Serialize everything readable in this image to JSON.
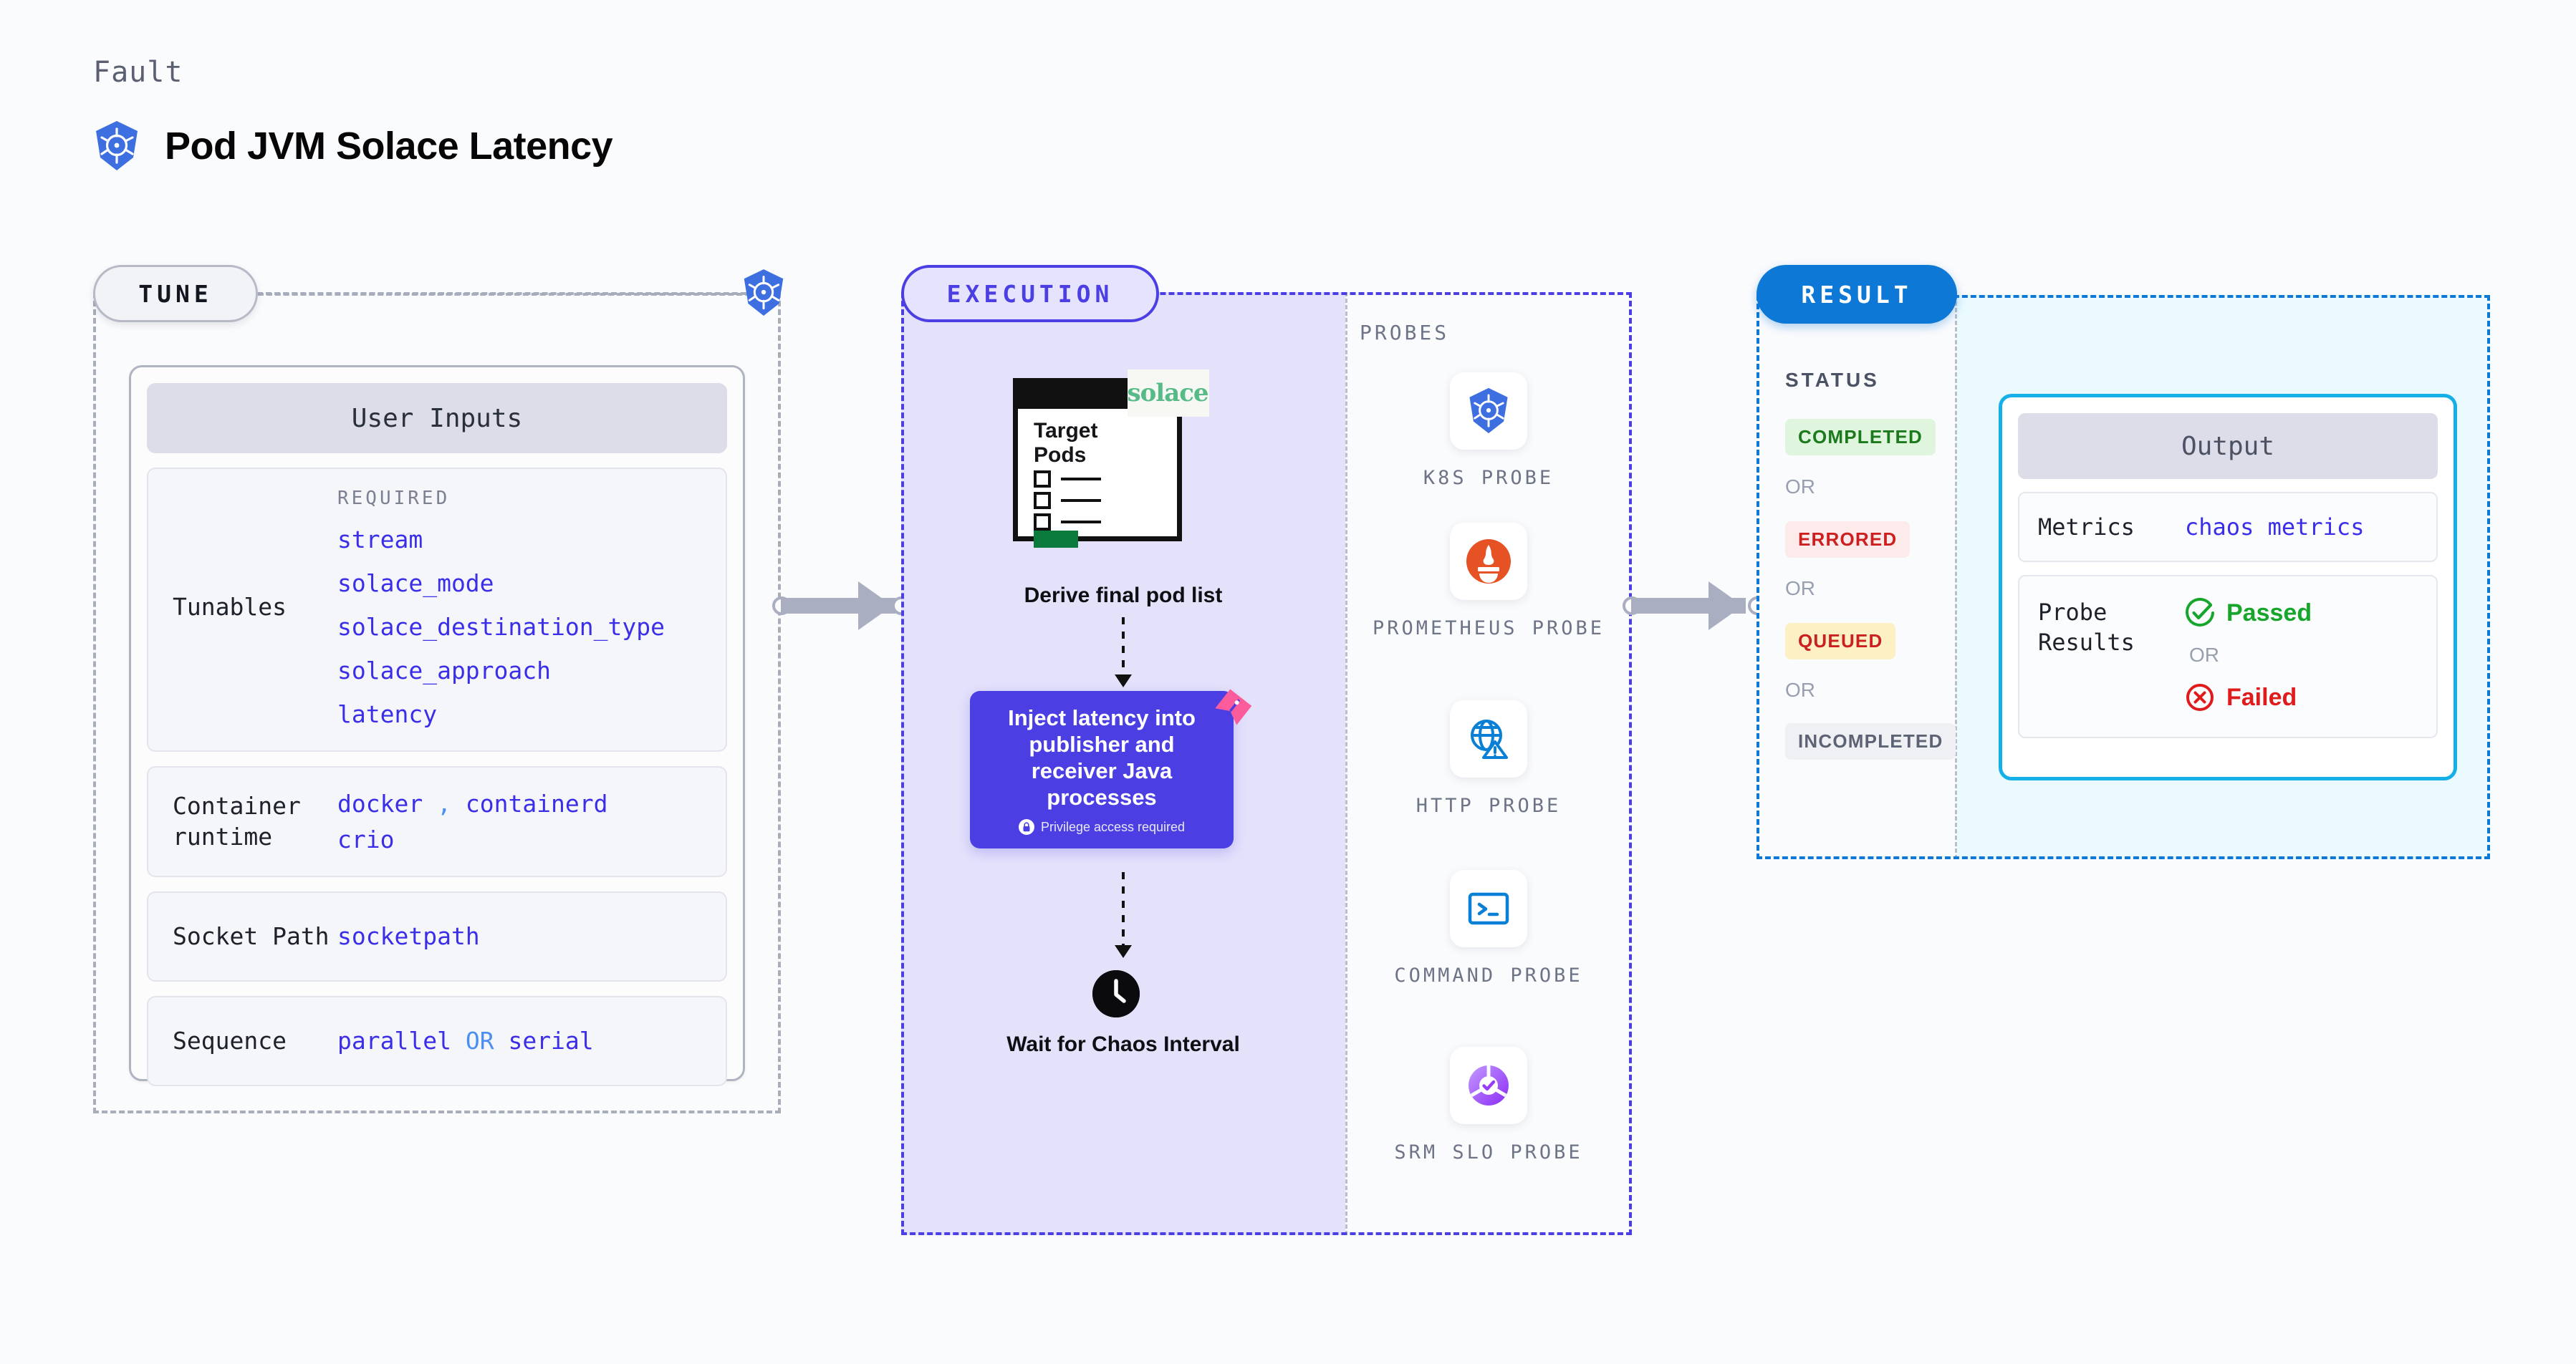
{
  "header": {
    "eyebrow": "Fault",
    "title": "Pod JVM Solace Latency",
    "icon": "kubernetes-icon"
  },
  "stages": {
    "tune": "TUNE",
    "execution": "EXECUTION",
    "result": "RESULT"
  },
  "tune": {
    "card_title": "User Inputs",
    "tunables": {
      "label": "Tunables",
      "required_caption": "REQUIRED",
      "items": [
        "stream",
        "solace_mode",
        "solace_destination_type",
        "solace_approach",
        "latency"
      ]
    },
    "rows": [
      {
        "key": "Container runtime",
        "values": [
          "docker",
          "containerd",
          "crio"
        ],
        "separator": ","
      },
      {
        "key": "Socket Path",
        "values": [
          "socketpath"
        ]
      },
      {
        "key": "Sequence",
        "values": [
          "parallel",
          "serial"
        ],
        "separator": "OR"
      }
    ]
  },
  "execution": {
    "doc": {
      "title_line1": "Target",
      "title_line2": "Pods",
      "brand": "solace",
      "icon": "document-checklist-icon"
    },
    "derive_label": "Derive final pod list",
    "inject": {
      "text": "Inject latency into publisher and receiver Java processes",
      "badge": "Privilege access required",
      "badge_icon": "lock-icon",
      "ribbon_icon": "fault-ribbon-icon",
      "color": "#4b3fe4"
    },
    "wait": {
      "label": "Wait for Chaos Interval",
      "icon": "clock-icon"
    },
    "probes_caption": "PROBES",
    "probes": [
      {
        "label": "K8S PROBE",
        "icon": "kubernetes-icon"
      },
      {
        "label": "PROMETHEUS PROBE",
        "icon": "prometheus-icon"
      },
      {
        "label": "HTTP PROBE",
        "icon": "globe-warning-icon"
      },
      {
        "label": "COMMAND PROBE",
        "icon": "terminal-icon"
      },
      {
        "label": "SRM SLO PROBE",
        "icon": "slo-donut-check-icon"
      }
    ]
  },
  "result": {
    "status_caption": "STATUS",
    "or_label": "OR",
    "statuses": [
      {
        "label": "COMPLETED",
        "bg": "#dff5dd",
        "fg": "#1b7a1b"
      },
      {
        "label": "ERRORED",
        "bg": "#fdeaea",
        "fg": "#cc2020"
      },
      {
        "label": "QUEUED",
        "bg": "#fdf0c4",
        "fg": "#cc2020"
      },
      {
        "label": "INCOMPLETED",
        "bg": "#eff0f4",
        "fg": "#5d6374"
      }
    ],
    "output": {
      "title": "Output",
      "metrics_key": "Metrics",
      "metrics_value": "chaos metrics",
      "probe_results_key": "Probe Results",
      "passed": "Passed",
      "failed": "Failed",
      "or_label": "OR",
      "passed_icon": "check-circle-icon",
      "failed_icon": "x-circle-icon",
      "accent": "#16b0e8"
    }
  }
}
